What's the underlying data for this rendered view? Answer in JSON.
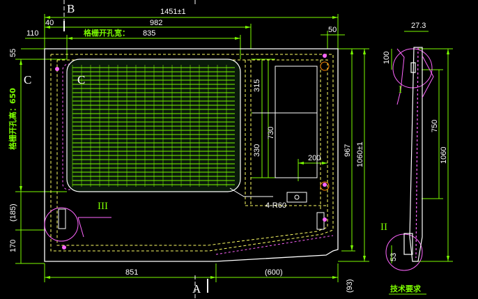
{
  "dimensions": {
    "overall_width": "1451±1",
    "inner_width": "982",
    "grille_width_label": "格栅开孔宽：",
    "grille_width": "835",
    "left_offset": "110",
    "left_inner": "40",
    "right_offset": "50",
    "top_left": "55",
    "grille_height_label": "格栅开孔高：650",
    "left_lower": "(185)",
    "left_bottom": "170",
    "bottom_left": "851",
    "bottom_right": "(600)",
    "bottom_corner": "(93)",
    "right_height_1": "967",
    "right_height_2": "1060±1",
    "mid_height_1": "315",
    "mid_height_2": "730",
    "mid_height_3": "330",
    "mid_width": "200",
    "radius_note": "4-R60",
    "side_width": "27.3",
    "side_top": "100",
    "side_mid": "750",
    "side_total": "1060",
    "side_bottom": "53"
  },
  "markers": {
    "section_b": "B",
    "section_a": "A",
    "section_c_outer": "C",
    "section_c_inner": "C",
    "detail_2": "II",
    "detail_3": "III",
    "detail_1": "I",
    "detail_2_side": "II"
  },
  "notes": {
    "tech_requirements": "技术要求"
  },
  "colors": {
    "background": "#000000",
    "outline": "#ffffff",
    "dimension": "#7CFC00",
    "grille": "#7CFC00",
    "dashed": "#ffff66",
    "hidden": "#ff66ff",
    "gasket": "#ff3333"
  }
}
